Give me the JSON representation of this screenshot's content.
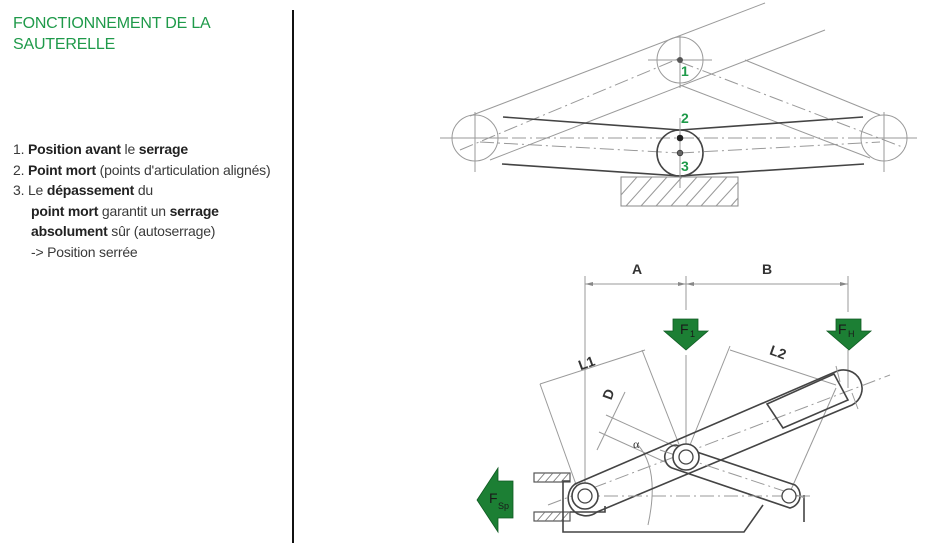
{
  "title": "FONCTIONNEMENT DE LA SAUTERELLE",
  "steps": [
    {
      "num": "1.",
      "parts": [
        {
          "b": "Position avant"
        },
        {
          "t": " le "
        },
        {
          "b": "serrage"
        }
      ]
    },
    {
      "num": "2.",
      "parts": [
        {
          "b": "Point mort"
        },
        {
          "t": " (points d'articulation alignés)"
        }
      ]
    },
    {
      "num": "3.",
      "parts": [
        {
          "t": "Le "
        },
        {
          "b": "dépassement"
        },
        {
          "t": " du "
        },
        {
          "br": true
        },
        {
          "b": "point mort"
        },
        {
          "t": " garantit un "
        },
        {
          "b": "serrage absolument"
        },
        {
          "t": " sûr (autoserrage)"
        },
        {
          "br": true
        },
        {
          "t": "-> Position serrée"
        }
      ]
    }
  ],
  "top_diagram": {
    "markers": [
      "1",
      "2",
      "3"
    ]
  },
  "bottom_diagram": {
    "dimensions": {
      "a": "A",
      "b": "B",
      "l1": "L1",
      "l2": "L2",
      "d": "D",
      "alpha": "α"
    },
    "forces": {
      "f1": {
        "main": "F",
        "sub": "1"
      },
      "fh": {
        "main": "F",
        "sub": "H"
      },
      "fsp": {
        "main": "F",
        "sub": "Sp"
      }
    }
  },
  "colors": {
    "accent_green": "#1f9a4a",
    "force_green": "#1c7f34"
  }
}
